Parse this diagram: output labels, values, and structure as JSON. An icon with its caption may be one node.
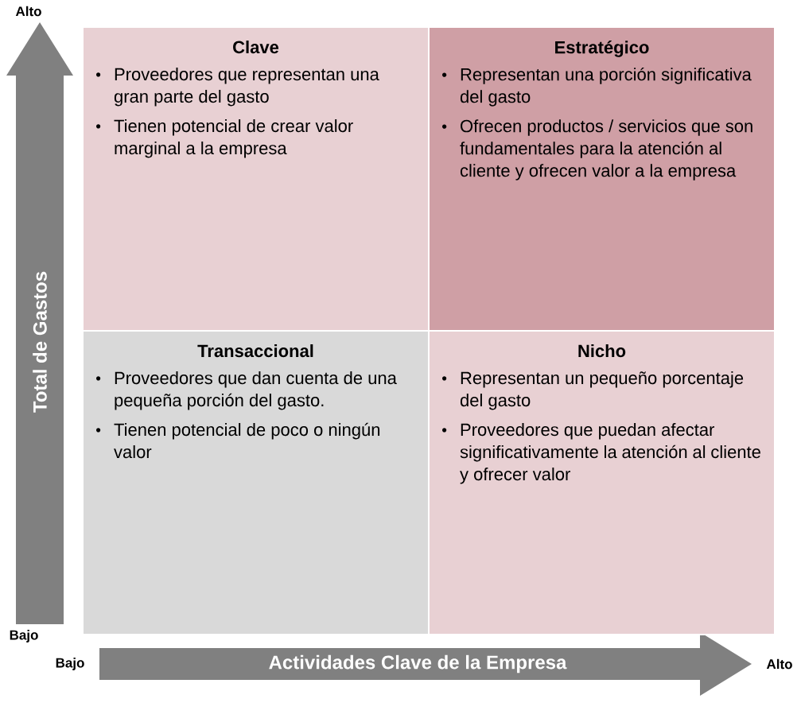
{
  "diagram": {
    "nodes": [
      {
        "text": [
          "Clave",
          "Proveedores que representan una gran parte del gasto",
          "Tienen potencial de crear valor marginal a la empresa"
        ]
      },
      {
        "text": [
          "Estratégico",
          "Representan una porción significativa del gasto",
          "Ofrecen productos / servicios que son fundamentales para la atención al cliente y ofrecen valor a la empresa"
        ]
      },
      {
        "text": [
          "Transaccional",
          "Proveedores que dan cuenta de una pequeña porción del gasto.",
          "Tienen potencial de poco o ningún valor"
        ]
      },
      {
        "text": [
          "Nicho",
          "Representan un pequeño porcentaje del gasto",
          "Proveedores que puedan afectar significativamente la atención al cliente y ofrecer valor"
        ]
      }
    ],
    "labels": [
      "Alto",
      "Total de Gastos",
      "Bajo",
      "Bajo",
      "Actividades Clave de la Empresa",
      "Alto"
    ]
  }
}
